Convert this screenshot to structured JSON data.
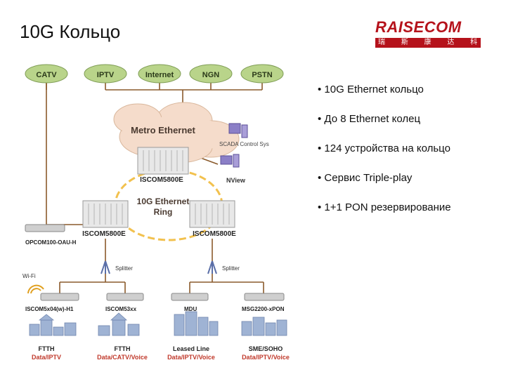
{
  "slide": {
    "title": "10G Кольцо"
  },
  "logo": {
    "text": "RAISECOM",
    "subtitle": "瑞 斯 康 达 科 技"
  },
  "bullets": [
    "10G Ethernet кольцо",
    "До 8 Ethernet колец",
    "124 устройства на кольцо",
    "Сервис Triple-play",
    "1+1 PON резервирование"
  ],
  "diagram": {
    "services": [
      "CATV",
      "IPTV",
      "Internet",
      "NGN",
      "PSTN"
    ],
    "cloud_label": "Metro Ethernet",
    "scada_label": "SCADA Control Sys",
    "nview_label": "NView",
    "ring_label_1": "10G Ethernet",
    "ring_label_2": "Ring",
    "switch_top": "ISCOM5800E",
    "switch_left": "ISCOM5800E",
    "switch_right": "ISCOM5800E",
    "opcom_label": "OPCOM100-OAU-H",
    "wifi_label": "Wi-Fi",
    "splitter_left": "Splitter",
    "splitter_right": "Splitter",
    "onu_1": "ISCOM5x04(w)-H1",
    "onu_2": "ISCOM53xx",
    "onu_3": "MDU",
    "onu_4": "MSG2200-xPON",
    "cap_1_title": "FTTH",
    "cap_1_sub": "Data/IPTV",
    "cap_2_title": "FTTH",
    "cap_2_sub": "Data/CATV/Voice",
    "cap_3_title": "Leased Line",
    "cap_3_sub": "Data/IPTV/Voice",
    "cap_4_title": "SME/SOHO",
    "cap_4_sub": "Data/IPTV/Voice"
  },
  "colors": {
    "brand_red": "#b5121b",
    "service_green": "#b9d48a",
    "cloud": "#f5dccb",
    "ring": "#f2c14e",
    "link": "#8a5a2b",
    "caption_red": "#c0392b"
  }
}
